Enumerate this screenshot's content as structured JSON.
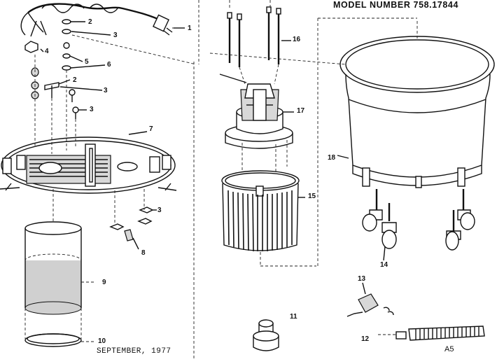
{
  "header": {
    "model_number": "MODEL NUMBER 758.17844"
  },
  "footer": {
    "date": "SEPTEMBER, 1977"
  },
  "callouts": {
    "c1": "1",
    "c2a": "2",
    "c2b": "2",
    "c3a": "3",
    "c3b": "3",
    "c3c": "3",
    "c3d": "3",
    "c4": "4",
    "c5": "5",
    "c6": "6",
    "c7": "7",
    "c8": "8",
    "c9": "9",
    "c10": "10",
    "c11": "11",
    "c12": "12",
    "c13": "13",
    "c14": "14",
    "c15": "15",
    "c16": "16",
    "c17": "17",
    "c18": "18",
    "a5": "A5"
  }
}
